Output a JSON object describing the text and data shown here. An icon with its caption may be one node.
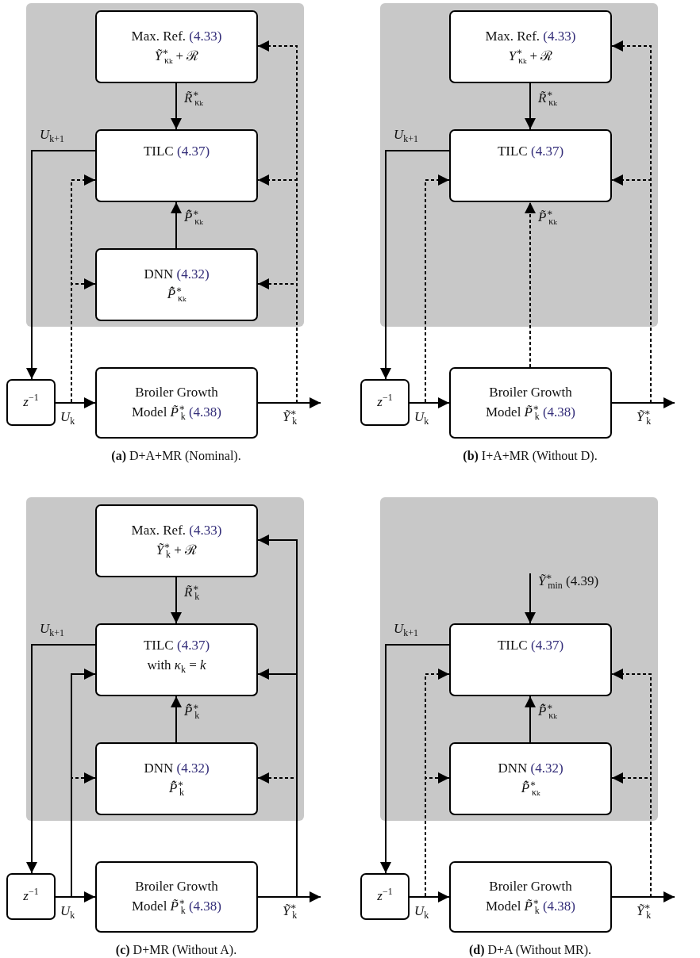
{
  "diagram": {
    "nodes": [
      {
        "text": [
          "Max. Ref.",
          "(4.33)",
          "*Ỹ*$^{∗}$$_{κₖ}$ + ℛ"
        ]
      },
      {
        "text": [
          "TILC",
          "(4.37)"
        ]
      },
      {
        "text": [
          "DNN",
          "(4.32)",
          "*P̂̃*$^{∗}$$_{κₖ}$"
        ]
      },
      {
        "text": [
          "*z*$^{−1}$"
        ]
      },
      {
        "text": [
          "Broiler Growth Model *P̃*$^{∗}$$_{k}$",
          "(4.38)"
        ]
      },
      {
        "text": [
          "Max. Ref.",
          "(4.33)",
          "*Y*$^{∗}$$_{κₖ}$ + ℛ"
        ]
      },
      {
        "text": [
          "TILC",
          "(4.37)"
        ]
      },
      {
        "text": [
          "*z*$^{−1}$"
        ]
      },
      {
        "text": [
          "Broiler Growth Model *P̃*$^{∗}$$_{k}$",
          "(4.38)"
        ]
      },
      {
        "text": [
          "Max. Ref.",
          "(4.33)",
          "*Ỹ*$^{∗}$$_{k}$ + ℛ"
        ]
      },
      {
        "text": [
          "TILC",
          "(4.37)",
          "with *κ*$_{k}$ = *k*"
        ]
      },
      {
        "text": [
          "DNN",
          "(4.32)",
          "*P̂̃*$^{∗}$$_{k}$"
        ]
      },
      {
        "text": [
          "*z*$^{−1}$"
        ]
      },
      {
        "text": [
          "Broiler Growth Model *P̃*$^{∗}$$_{k}$",
          "(4.38)"
        ]
      },
      {
        "text": [
          "TILC",
          "(4.37)"
        ]
      },
      {
        "text": [
          "DNN",
          "(4.32)",
          "*P̂̃*$^{∗}$$_{κₖ}$"
        ]
      },
      {
        "text": [
          "*z*$^{−1}$"
        ]
      },
      {
        "text": [
          "Broiler Growth Model *P̃*$^{∗}$$_{k}$",
          "(4.38)"
        ]
      }
    ],
    "edges": [
      {
        "from": 0,
        "to": 1,
        "arrow": "to",
        "label": "*R̃*$^{∗}$$_{κₖ}$"
      },
      {
        "from": 2,
        "to": 1,
        "arrow": "to",
        "label": "*P̂̃*$^{∗}$$_{κₖ}$"
      },
      {
        "from": 1,
        "to": 3,
        "arrow": "to",
        "label": "*U*$_{k+1}$"
      },
      {
        "from": 3,
        "to": 4,
        "arrow": "to",
        "label": "*U*$_{k}$"
      },
      {
        "from": 4,
        "to": null,
        "arrow": "to",
        "label": "*Ỹ*$^{∗}$$_{k}$"
      },
      {
        "from": 4,
        "to": 0,
        "arrow": "to",
        "style": "dashed"
      },
      {
        "from": 4,
        "to": 1,
        "arrow": "to",
        "style": "dashed"
      },
      {
        "from": 4,
        "to": 2,
        "arrow": "to",
        "style": "dashed"
      },
      {
        "from": 3,
        "to": 1,
        "arrow": "to",
        "style": "dashed"
      },
      {
        "from": 3,
        "to": 2,
        "arrow": "to",
        "style": "dashed"
      },
      {
        "from": 5,
        "to": 6,
        "arrow": "to",
        "label": "*R̃*$^{∗}$$_{κₖ}$"
      },
      {
        "from": 8,
        "to": 6,
        "arrow": "to",
        "style": "dashed",
        "label": "*P̃*$^{∗}$$_{κₖ}$"
      },
      {
        "from": 6,
        "to": 7,
        "arrow": "to",
        "label": "*U*$_{k+1}$"
      },
      {
        "from": 7,
        "to": 8,
        "arrow": "to",
        "label": "*U*$_{k}$"
      },
      {
        "from": 8,
        "to": null,
        "arrow": "to",
        "label": "*Ỹ*$^{∗}$$_{k}$"
      },
      {
        "from": 8,
        "to": 5,
        "arrow": "to",
        "style": "dashed"
      },
      {
        "from": 8,
        "to": 6,
        "arrow": "to",
        "style": "dashed"
      },
      {
        "from": 7,
        "to": 6,
        "arrow": "to",
        "style": "dashed"
      },
      {
        "from": 9,
        "to": 10,
        "arrow": "to",
        "label": "*R̃*$^{∗}$$_{k}$"
      },
      {
        "from": 11,
        "to": 10,
        "arrow": "to",
        "label": "*P̂̃*$^{∗}$$_{k}$"
      },
      {
        "from": 10,
        "to": 12,
        "arrow": "to",
        "label": "*U*$_{k+1}$"
      },
      {
        "from": 12,
        "to": 13,
        "arrow": "to",
        "label": "*U*$_{k}$"
      },
      {
        "from": 13,
        "to": null,
        "arrow": "to",
        "label": "*Ỹ*$^{∗}$$_{k}$"
      },
      {
        "from": 13,
        "to": 9,
        "arrow": "to"
      },
      {
        "from": 13,
        "to": 10,
        "arrow": "to"
      },
      {
        "from": 13,
        "to": 11,
        "arrow": "to",
        "style": "dashed"
      },
      {
        "from": 12,
        "to": 10,
        "arrow": "to"
      },
      {
        "from": 12,
        "to": 11,
        "arrow": "to",
        "style": "dashed"
      },
      {
        "from": null,
        "to": 14,
        "arrow": "to",
        "label": "*Ỹ*$^{∗}$$_{min}$ (4.39)"
      },
      {
        "from": 15,
        "to": 14,
        "arrow": "to",
        "label": "*P̂̃*$^{∗}$$_{κₖ}$"
      },
      {
        "from": 14,
        "to": 16,
        "arrow": "to",
        "label": "*U*$_{k+1}$"
      },
      {
        "from": 16,
        "to": 17,
        "arrow": "to",
        "label": "*U*$_{k}$"
      },
      {
        "from": 17,
        "to": null,
        "arrow": "to",
        "label": "*Ỹ*$^{∗}$$_{k}$"
      },
      {
        "from": 17,
        "to": 14,
        "arrow": "to",
        "style": "dashed"
      },
      {
        "from": 17,
        "to": 15,
        "arrow": "to",
        "style": "dashed"
      },
      {
        "from": 16,
        "to": 14,
        "arrow": "to",
        "style": "dashed"
      },
      {
        "from": 16,
        "to": 15,
        "arrow": "to",
        "style": "dashed"
      }
    ],
    "labels": [
      "**(a)** D+A+MR (Nominal).",
      "**(b)** I+A+MR (Without D).",
      "**(c)** D+MR (Without A).",
      "**(d)** D+A (Without MR)."
    ]
  }
}
